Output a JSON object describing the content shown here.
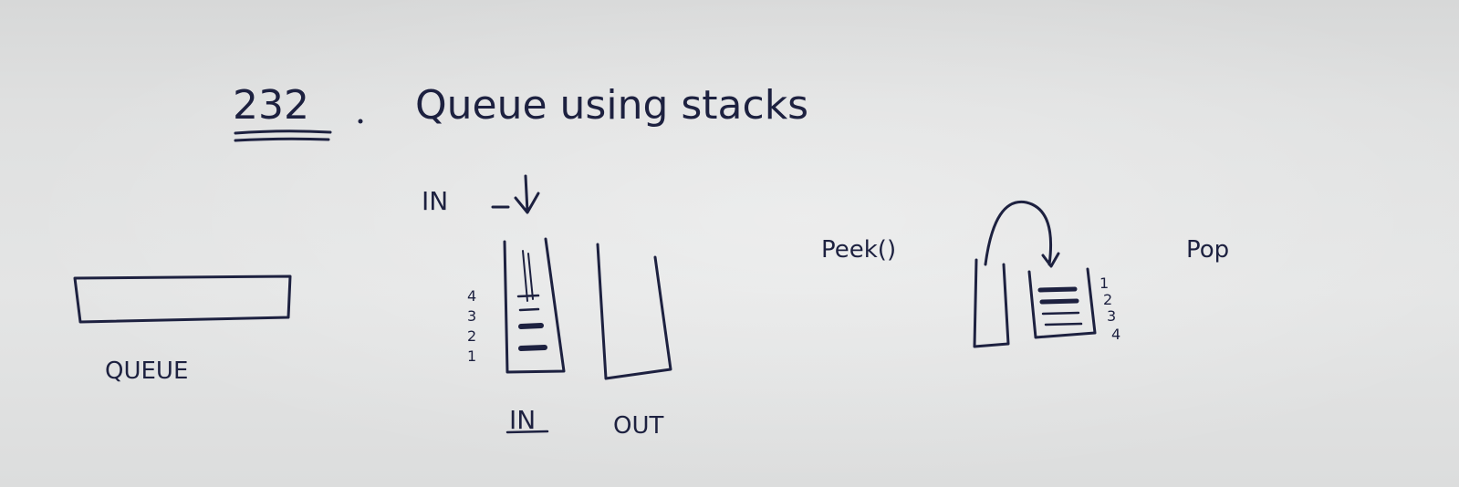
{
  "note": {
    "problem_number": "232",
    "title": "Queue using stacks",
    "queue_label": "QUEUE",
    "in_arrow_label": "IN",
    "stack_in_label": "IN",
    "stack_out_label": "OUT",
    "stack_levels_left": [
      "4",
      "3",
      "2",
      "1"
    ],
    "peek_label": "Peek()",
    "pop_label": "Pop",
    "stack_levels_right": [
      "1",
      "2",
      "3",
      "4"
    ]
  },
  "ink_color": "#1d2140"
}
